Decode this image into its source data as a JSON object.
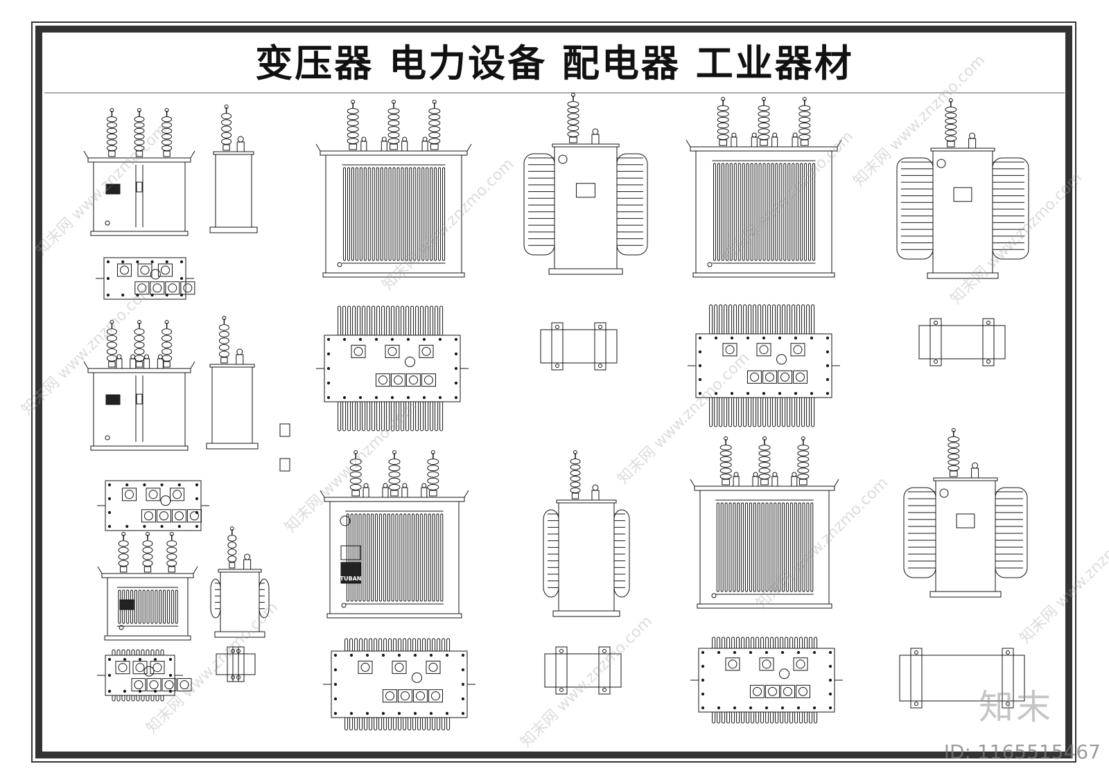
{
  "title": "变压器 电力设备 配电器 工业器材",
  "tuban_label": "TUBAN",
  "watermark": {
    "site": "www.znzmo.com",
    "cn": "知末网",
    "logo": "知末",
    "id": "ID: 1165515467"
  },
  "colors": {
    "line": "#111111",
    "frame": "#333333",
    "watermark": "#9a9a9a"
  }
}
